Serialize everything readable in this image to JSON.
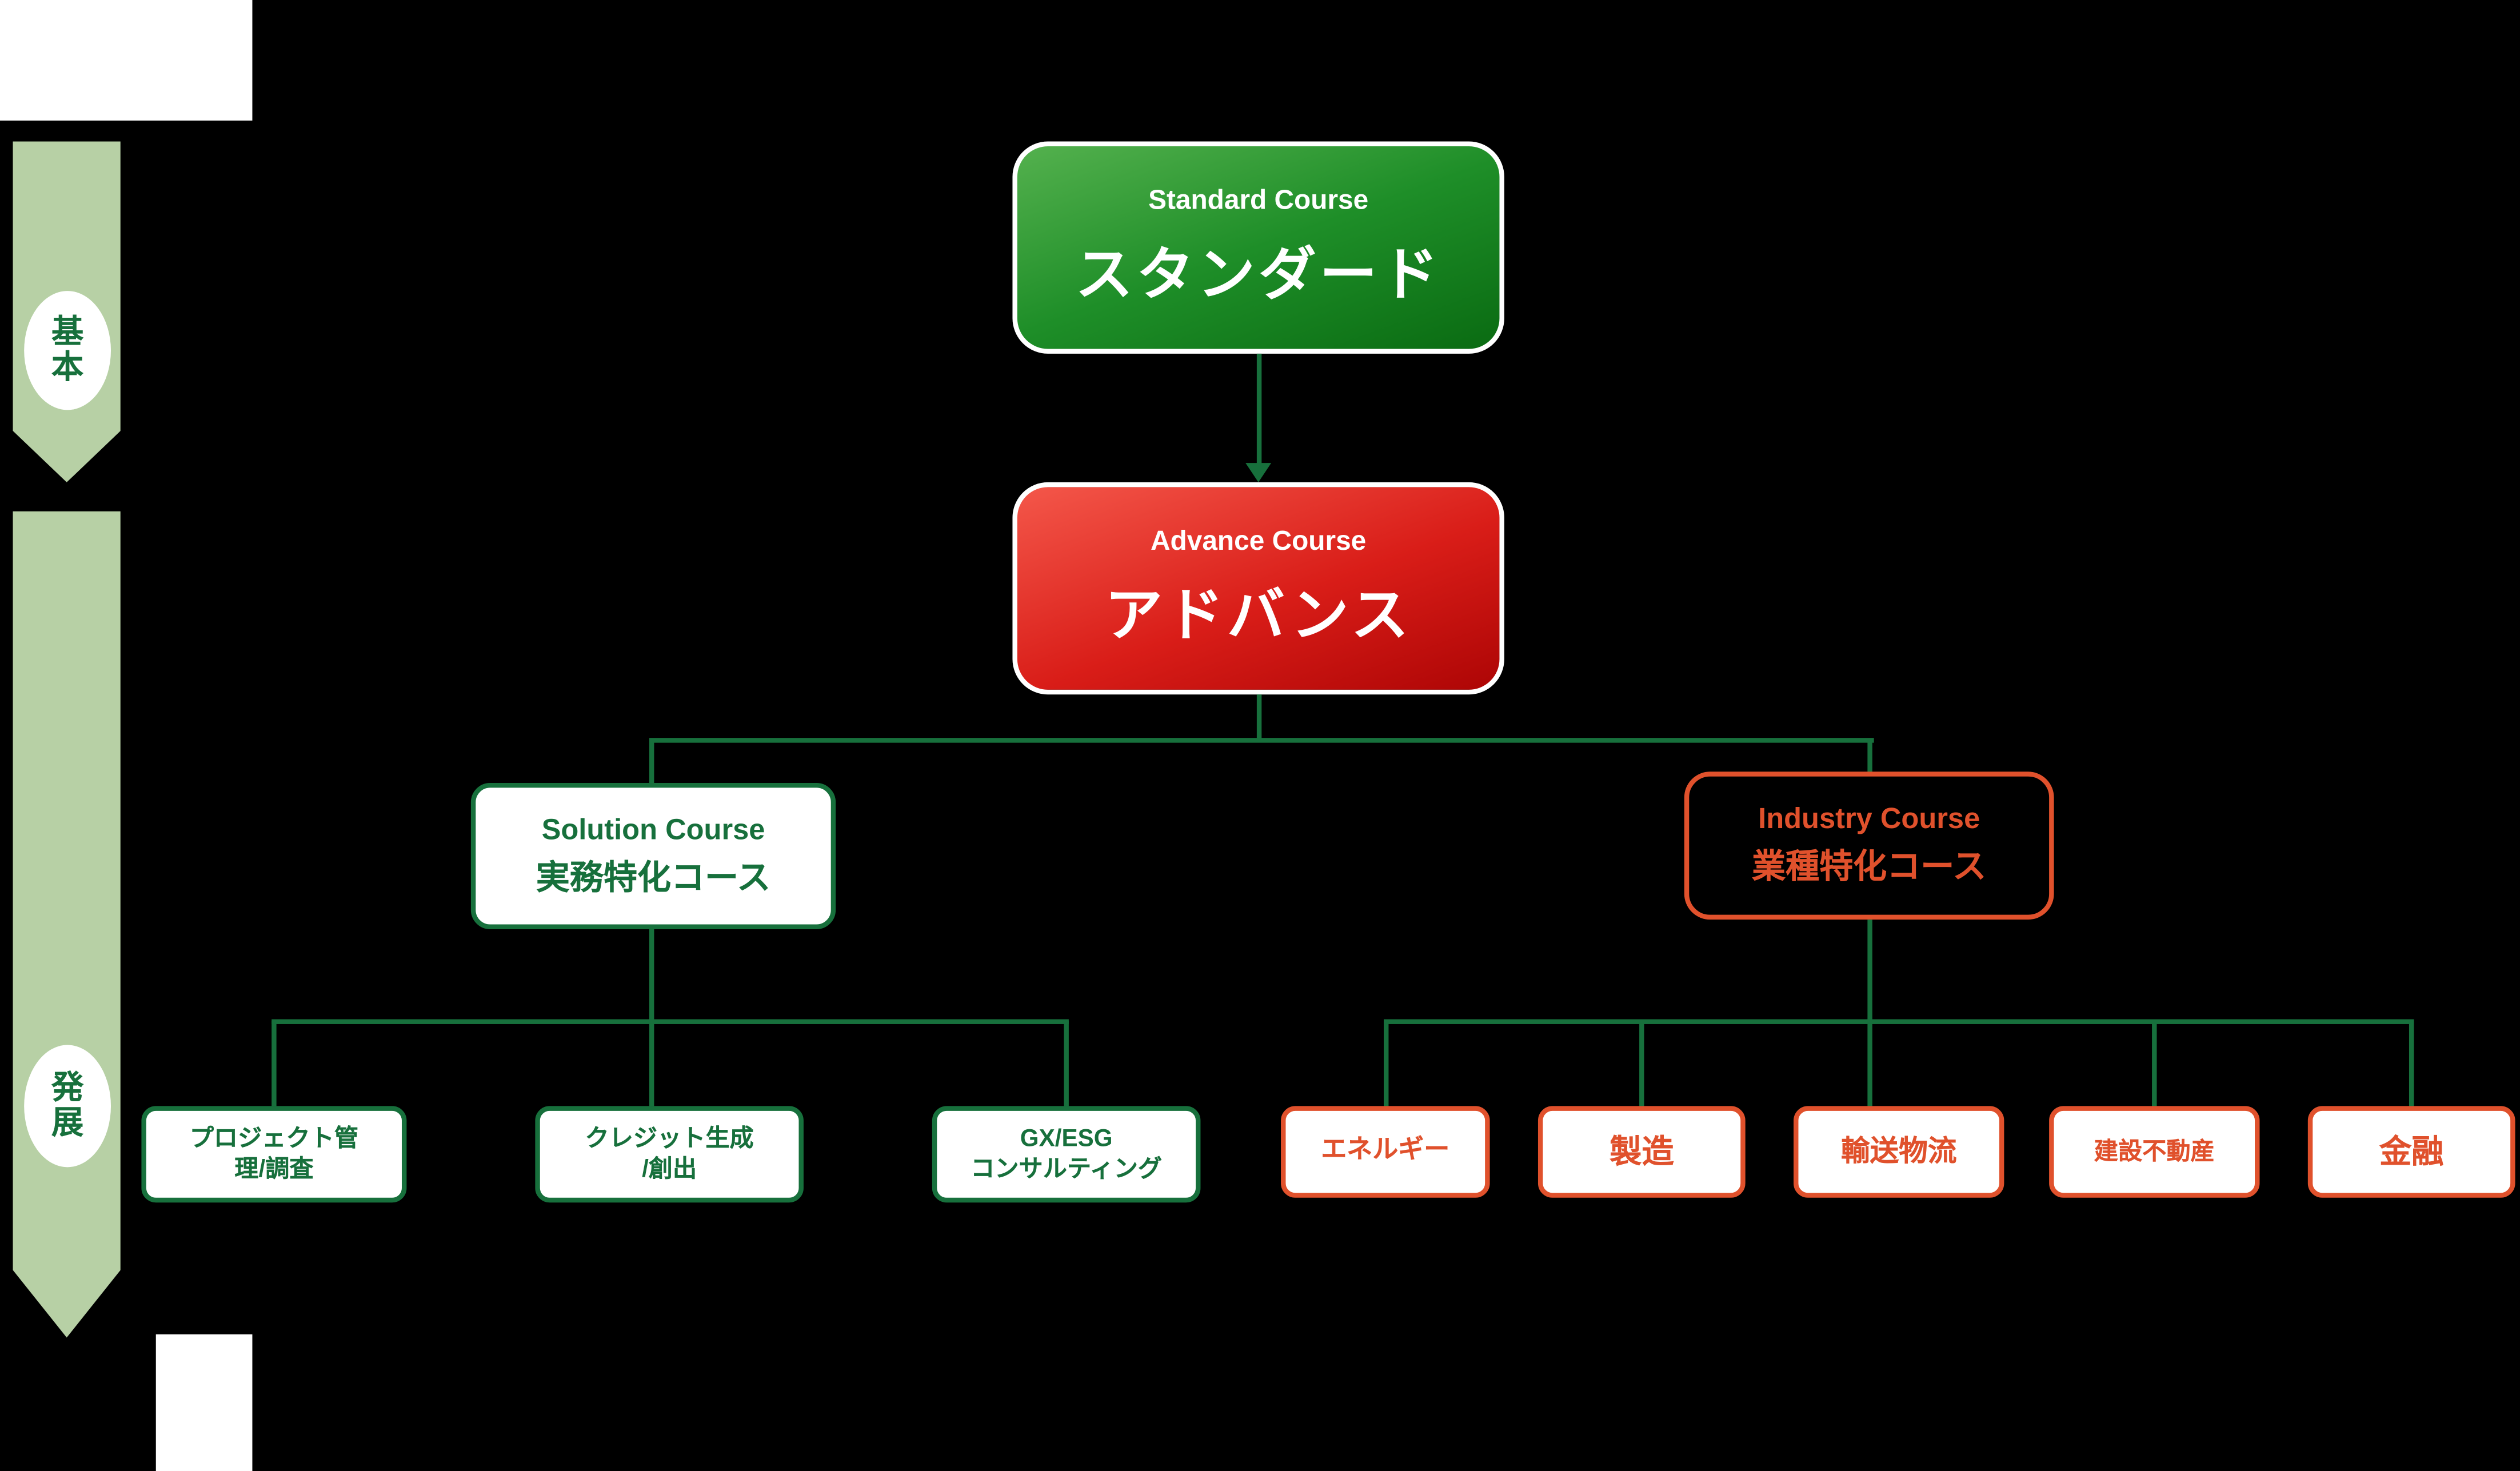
{
  "sidebar": {
    "stages": [
      {
        "label": "基本",
        "chars": [
          "基",
          "本"
        ]
      },
      {
        "label": "発展",
        "chars": [
          "発",
          "展"
        ]
      }
    ]
  },
  "tree": {
    "standard": {
      "subtitle": "Standard Course",
      "title": "スタンダード"
    },
    "advance": {
      "subtitle": "Advance Course",
      "title": "アドバンス"
    },
    "solution": {
      "subtitle": "Solution Course",
      "title": "実務特化コース"
    },
    "industry": {
      "subtitle": "Industry Course",
      "title": "業種特化コース"
    },
    "solution_children": [
      {
        "label": "プロジェクト管理/調査",
        "line1": "プロジェクト管",
        "line2": "理/調査"
      },
      {
        "label": "クレジット生成/創出",
        "line1": "クレジット生成",
        "line2": "/創出"
      },
      {
        "label": "GX/ESGコンサルティング",
        "line1": "GX/ESG",
        "line2": "コンサルティング"
      }
    ],
    "industry_children": [
      {
        "label": "エネルギー"
      },
      {
        "label": "製造"
      },
      {
        "label": "輸送物流"
      },
      {
        "label": "建設不動産"
      },
      {
        "label": "金融"
      }
    ]
  },
  "colors": {
    "background": "#000000",
    "green_dark": "#17703c",
    "green_gradient_top": "#54b14e",
    "green_gradient_bottom": "#0a6b12",
    "red_gradient_top": "#f4574a",
    "red_gradient_bottom": "#ad0505",
    "orange": "#e0512c",
    "band_green": "#b7d0a5",
    "node_fill_white": "#ffffff"
  }
}
